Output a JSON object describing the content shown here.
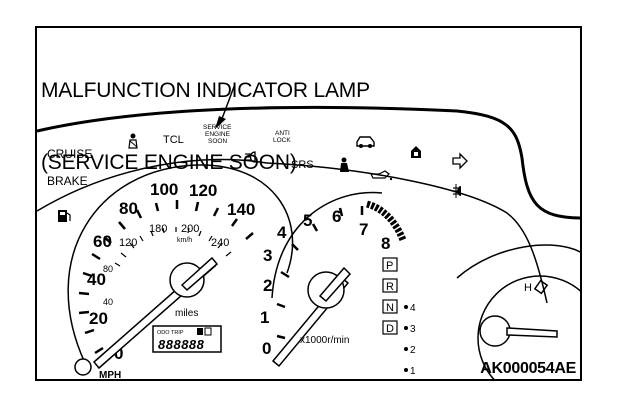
{
  "title": {
    "line1": "MALFUNCTION INDICATOR LAMP",
    "line2": "(SERVICE ENGINE SOON)"
  },
  "figure_code": "AK000054AE",
  "indicators": {
    "cruise": "CRUISE",
    "tcl": "TCL",
    "service_engine_soon": [
      "SERVICE",
      "ENGINE",
      "SOON"
    ],
    "anti_lock": [
      "ANTI",
      "LOCK"
    ],
    "srs": "SRS",
    "brake": "BRAKE"
  },
  "speedometer": {
    "mph_ticks": [
      "0",
      "20",
      "40",
      "60",
      "80",
      "100",
      "120",
      "140"
    ],
    "kmh_ticks": [
      "120",
      "180",
      "200",
      "240"
    ],
    "kmh_unit": "km/h",
    "unit": "MPH",
    "odometer_label": "miles",
    "odo_display": "888888",
    "odo_trip_label": "ODO TRIP",
    "needle_value": "0"
  },
  "tachometer": {
    "ticks": [
      "0",
      "1",
      "2",
      "3",
      "4",
      "5",
      "6",
      "7",
      "8"
    ],
    "unit": "x1000r/min"
  },
  "gear_indicator": {
    "letters": [
      "P",
      "R",
      "N",
      "D"
    ],
    "numbers": [
      "4",
      "3",
      "2",
      "1"
    ]
  },
  "gauge_small": {
    "label": "H"
  }
}
